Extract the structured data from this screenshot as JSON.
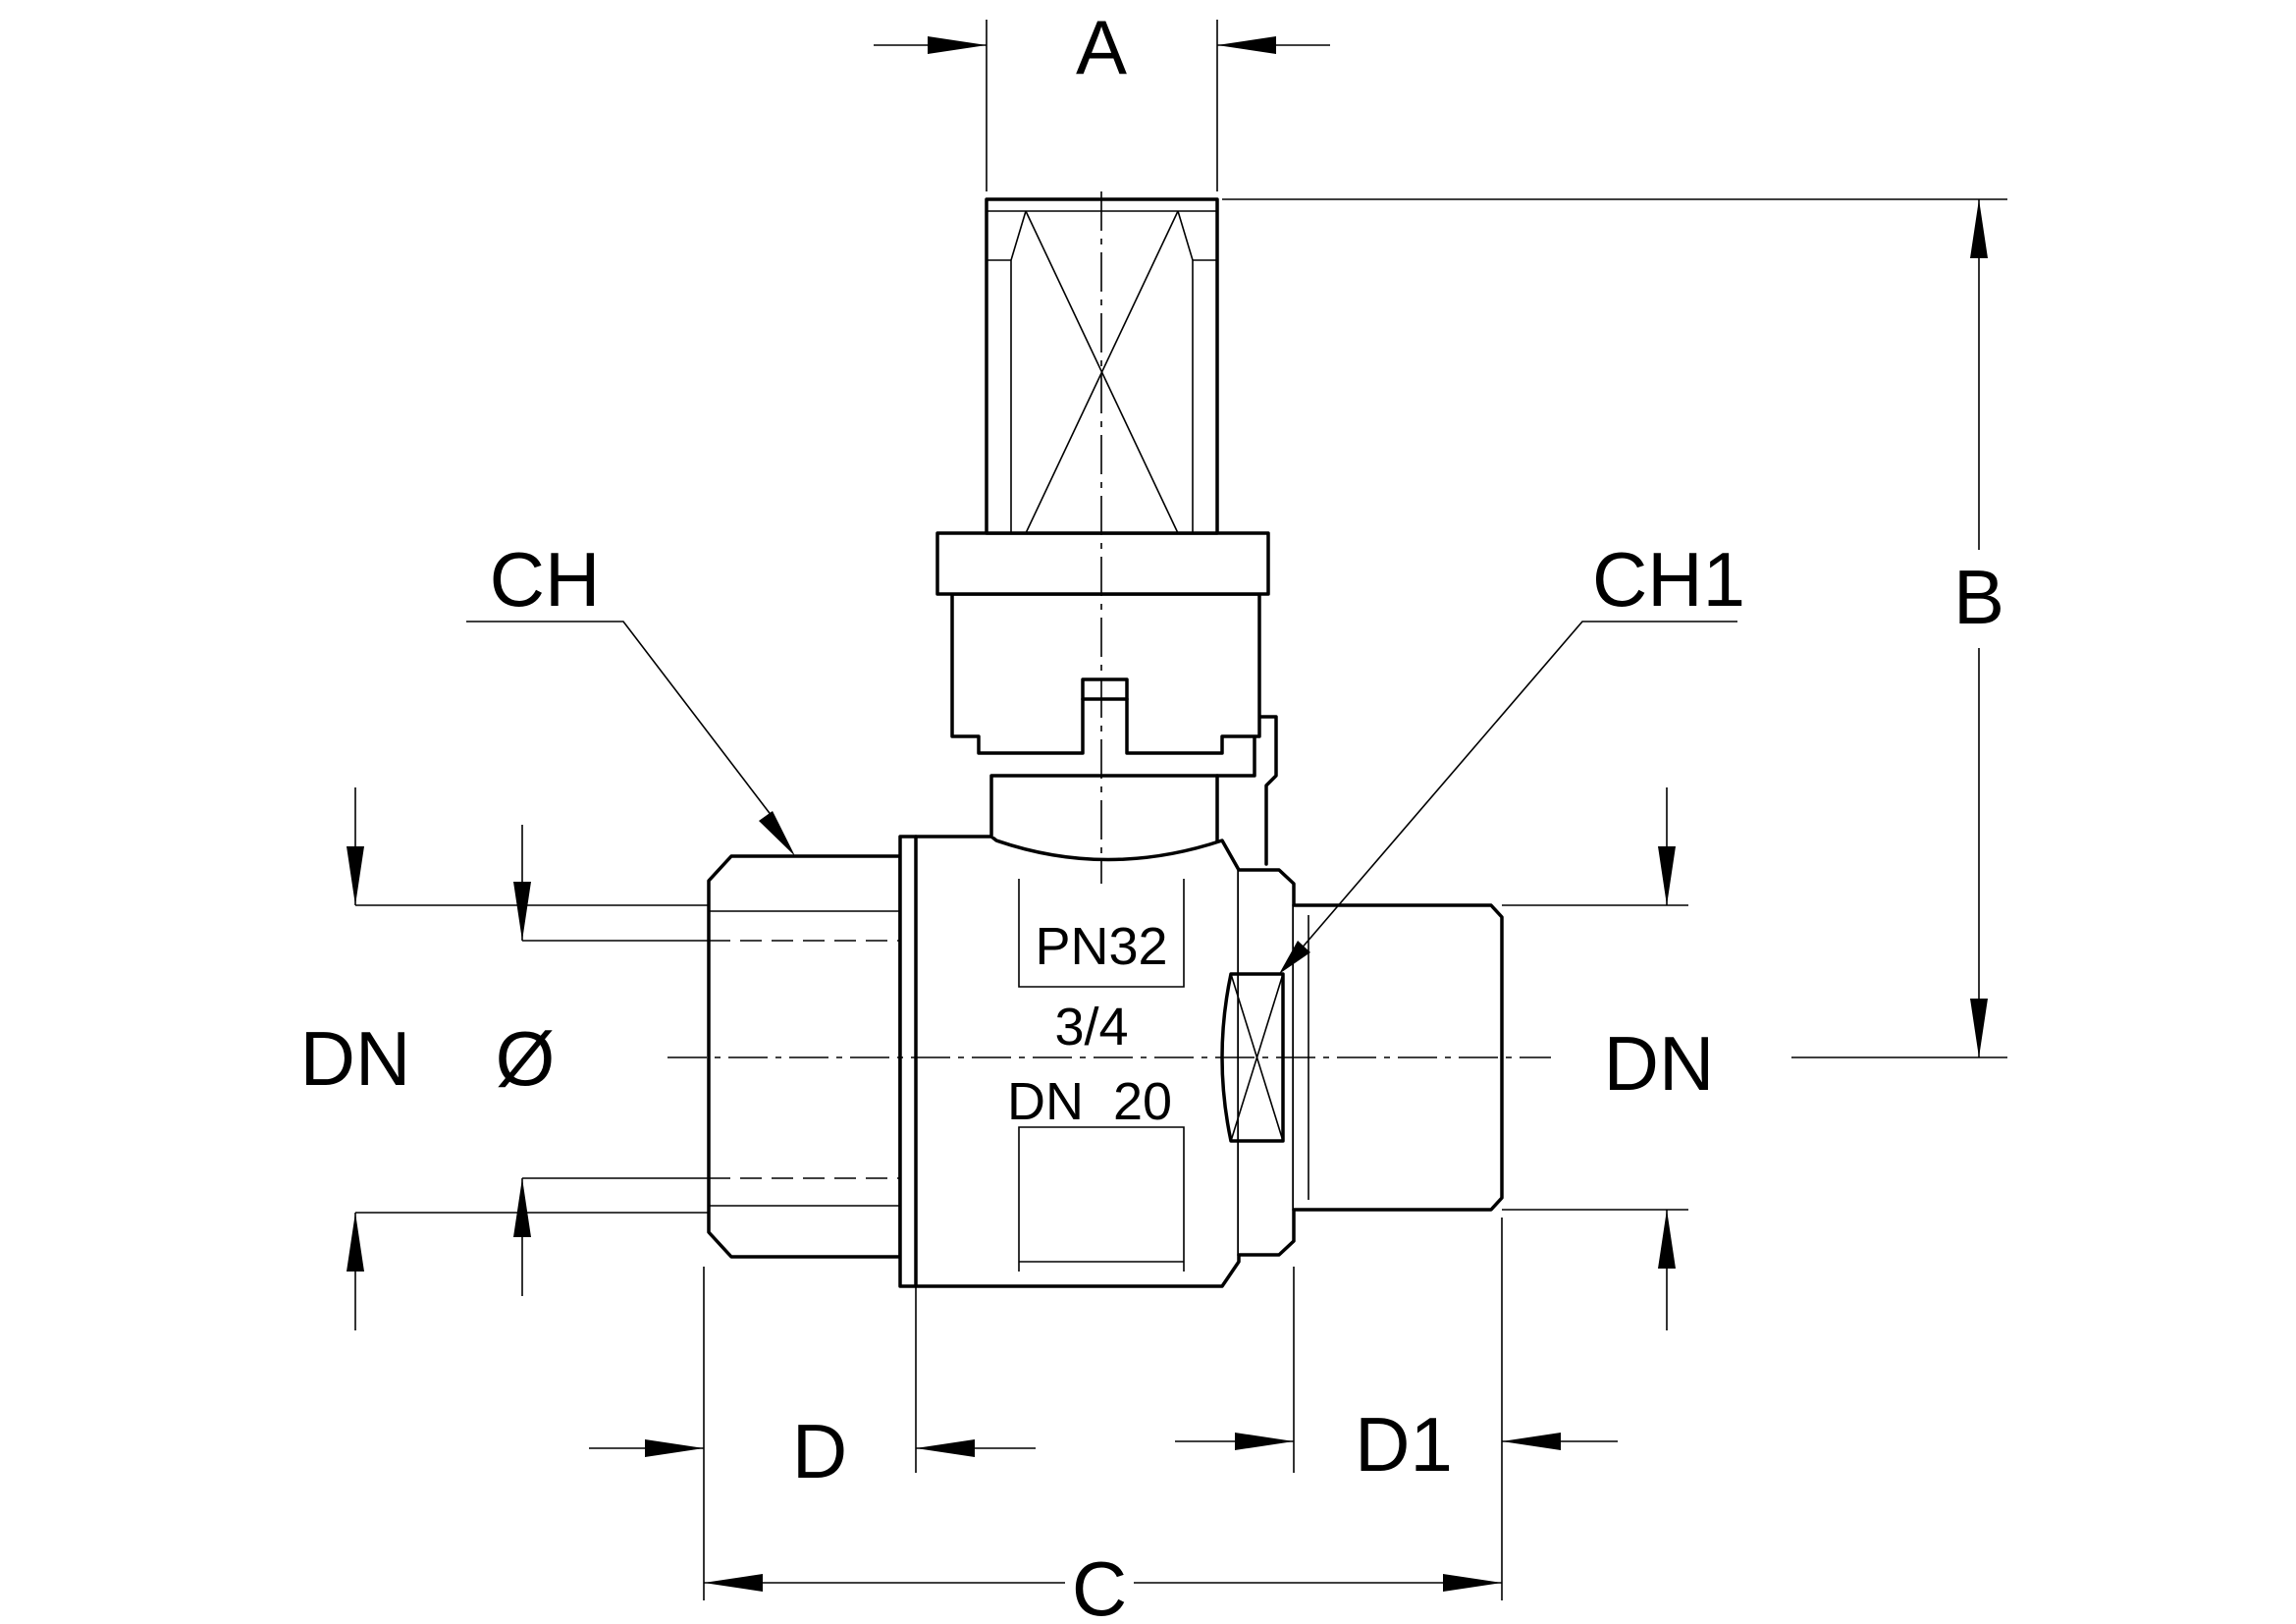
{
  "drawing": {
    "dimension_labels": {
      "a": "A",
      "b": "B",
      "c": "C",
      "d": "D",
      "d1": "D1",
      "ch": "CH",
      "ch1": "CH1",
      "dn_left": "DN",
      "dn_right": "DN",
      "diameter": "Ø"
    },
    "body_markings": {
      "pressure": "PN32",
      "size_inch": "3/4",
      "nominal_diameter": "DN  20"
    }
  }
}
